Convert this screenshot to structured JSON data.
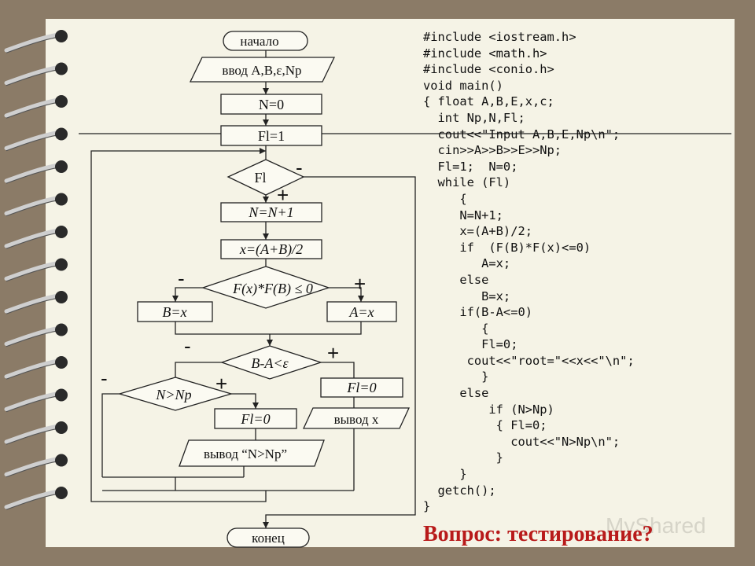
{
  "flowchart": {
    "start": "начало",
    "input": "ввод A,B,ε,Np",
    "n_init": "N=0",
    "fl_init": "Fl=1",
    "cond_fl": "Fl",
    "n_inc": "N=N+1",
    "x_calc": "x=(A+B)/2",
    "cond_f": "F(x)*F(B) ≤ 0",
    "b_assign": "B=x",
    "a_assign": "A=x",
    "cond_ba": "B-A<ε",
    "cond_n": "N>Np",
    "fl_zero_right": "Fl=0",
    "fl_zero_left": "Fl=0",
    "output_x": "вывод x",
    "output_n": "вывод “N>Np”",
    "end": "конец",
    "plus": "+",
    "minus": "-"
  },
  "code_lines": [
    "#include <iostream.h>",
    "#include <math.h>",
    "#include <conio.h>",
    "void main()",
    "{ float A,B,E,x,c;",
    "  int Np,N,Fl;",
    "  cout<<\"Input A,B,E,Np\\n\";",
    "  cin>>A>>B>>E>>Np;",
    "  Fl=1;  N=0;",
    "  while (Fl)",
    "     {",
    "     N=N+1;",
    "     x=(A+B)/2;",
    "     if  (F(B)*F(x)<=0)",
    "        A=x;",
    "     else",
    "        B=x;",
    "     if(B-A<=0)",
    "        {",
    "        Fl=0;",
    "      cout<<\"root=\"<<x<<\"\\n\";",
    "        }",
    "     else",
    "         if (N>Np)",
    "          { Fl=0;",
    "            cout<<\"N>Np\\n\";",
    "          }",
    "     }",
    "  getch();",
    "}"
  ],
  "question": "Вопрос: тестирование?",
  "watermark": "MyShared",
  "icons": [
    "spiral-binding-icon"
  ],
  "colors": {
    "paper": "#f5f3e6",
    "background": "#8b7b67",
    "question": "#b81a1a"
  }
}
